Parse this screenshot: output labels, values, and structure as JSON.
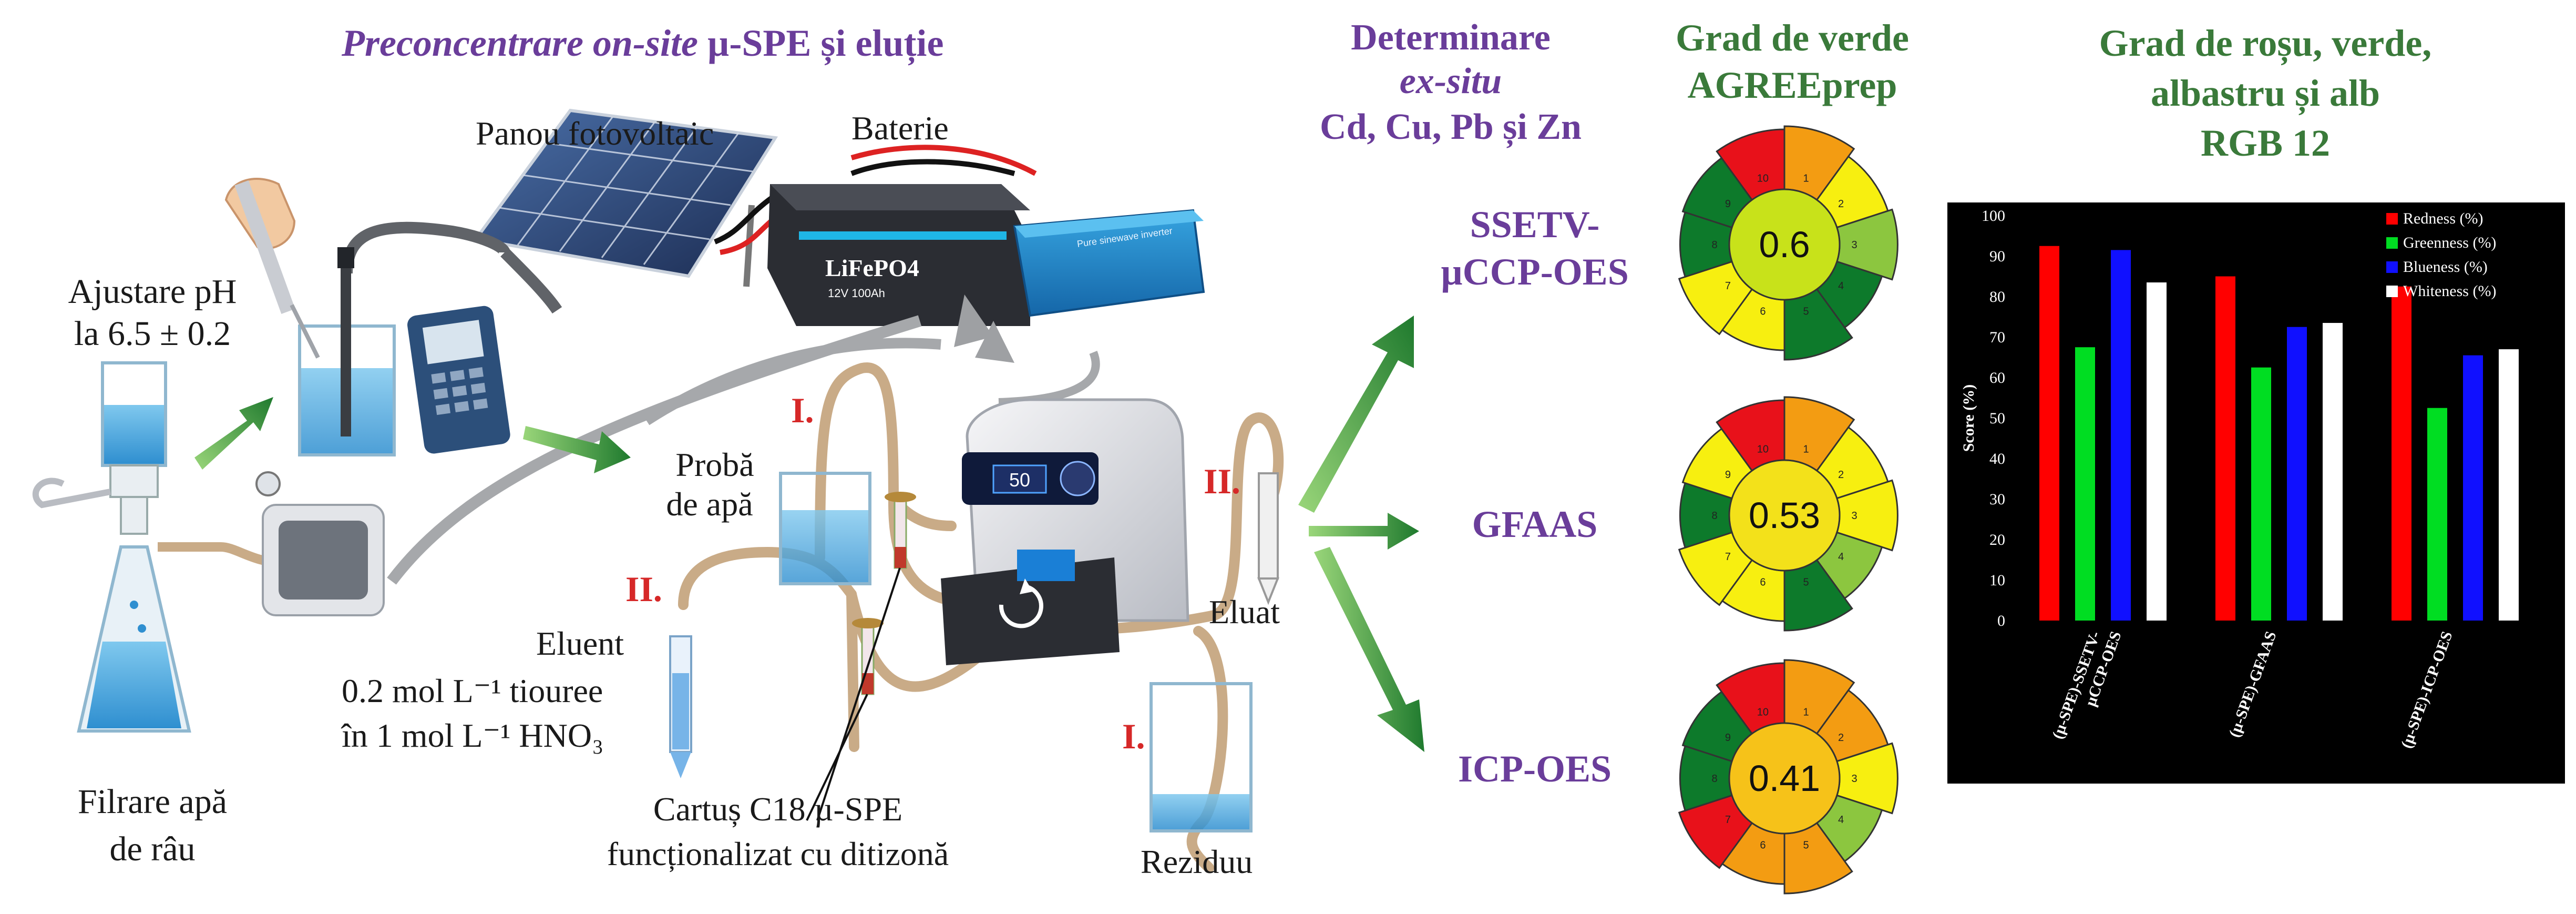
{
  "header": {
    "preconc_title_italic": "Preconcentrare on-site",
    "preconc_title_rest": "µ-SPE și eluție",
    "determinare_line1": "Determinare",
    "determinare_line2": "ex-situ",
    "determinare_line3": "Cd, Cu, Pb și Zn",
    "agree_line1": "Grad de verde",
    "agree_line2": "AGREEprep",
    "rgb_line1": "Grad de roșu, verde,",
    "rgb_line2": "albastru și alb",
    "rgb_line3": "RGB 12"
  },
  "labels": {
    "panou": "Panou fotovoltaic",
    "baterie": "Baterie",
    "battery_brand": "LiFePO4",
    "battery_spec": "12V 100Ah",
    "inverter_text": "Pure sinewave inverter",
    "ajustare_line1": "Ajustare pH",
    "ajustare_line2": "la 6.5 ± 0.2",
    "filtrare_line1": "Filrare apă",
    "filtrare_line2": "de râu",
    "proba_line1": "Probă",
    "proba_line2": "de apă",
    "eluent": "Eluent",
    "eluent_line2": "0.2 mol L⁻¹ tiouree",
    "eluent_line3": "în 1 mol L⁻¹ HNO₃",
    "cartus_line1": "Cartuș C18 µ-SPE",
    "cartus_line2": "funcționalizat cu ditizonă",
    "eluat": "Eluat",
    "reziduu": "Reziduu",
    "mark_I": "I.",
    "mark_II": "II.",
    "pump_display": "50"
  },
  "methods": {
    "m1_line1": "SSETV-",
    "m1_line2": "µCCP-OES",
    "m2": "GFAAS",
    "m3": "ICP-OES"
  },
  "agree": {
    "score1": "0.6",
    "score2": "0.53",
    "score3": "0.41",
    "segment_numbers": [
      "1",
      "2",
      "3",
      "4",
      "5",
      "6",
      "7",
      "8",
      "9",
      "10"
    ],
    "colors": {
      "red": "#e8111a",
      "orange": "#f39c12",
      "yellow": "#f7ef10",
      "lightgreen": "#8cc63f",
      "green": "#0d7a2b",
      "center1": "#c8e21a",
      "center2": "#f3e11a",
      "center3": "#f6c219"
    }
  },
  "chart_data": {
    "type": "bar",
    "title": "",
    "xlabel": "",
    "ylabel": "Score (%)",
    "ylim": [
      0,
      100
    ],
    "yticks": [
      "0",
      "10",
      "20",
      "30",
      "40",
      "50",
      "60",
      "70",
      "80",
      "90",
      "100"
    ],
    "categories": [
      "(µ-SPE)-SSETV-µCCP-OES",
      "(µ-SPE)-GFAAS",
      "(µ-SPE)-ICP-OES"
    ],
    "category_lines": [
      [
        "(µ-SPE)-SSETV-",
        "µCCP-OES"
      ],
      [
        "(µ-SPE)-GFAAS"
      ],
      [
        "(µ-SPE)-ICP-OES"
      ]
    ],
    "series": [
      {
        "name": "Redness (%)",
        "color": "#ff0000",
        "values": [
          92.5,
          85,
          82.5
        ]
      },
      {
        "name": "Greenness (%)",
        "color": "#00dd22",
        "values": [
          67.5,
          62.5,
          52.5
        ]
      },
      {
        "name": "Blueness (%)",
        "color": "#1010ff",
        "values": [
          91.5,
          72.5,
          65.5
        ]
      },
      {
        "name": "Whiteness (%)",
        "color": "#ffffff",
        "values": [
          83.5,
          73.5,
          67
        ]
      }
    ],
    "background": "#000000",
    "legend_position": "top-right",
    "grid": false
  }
}
